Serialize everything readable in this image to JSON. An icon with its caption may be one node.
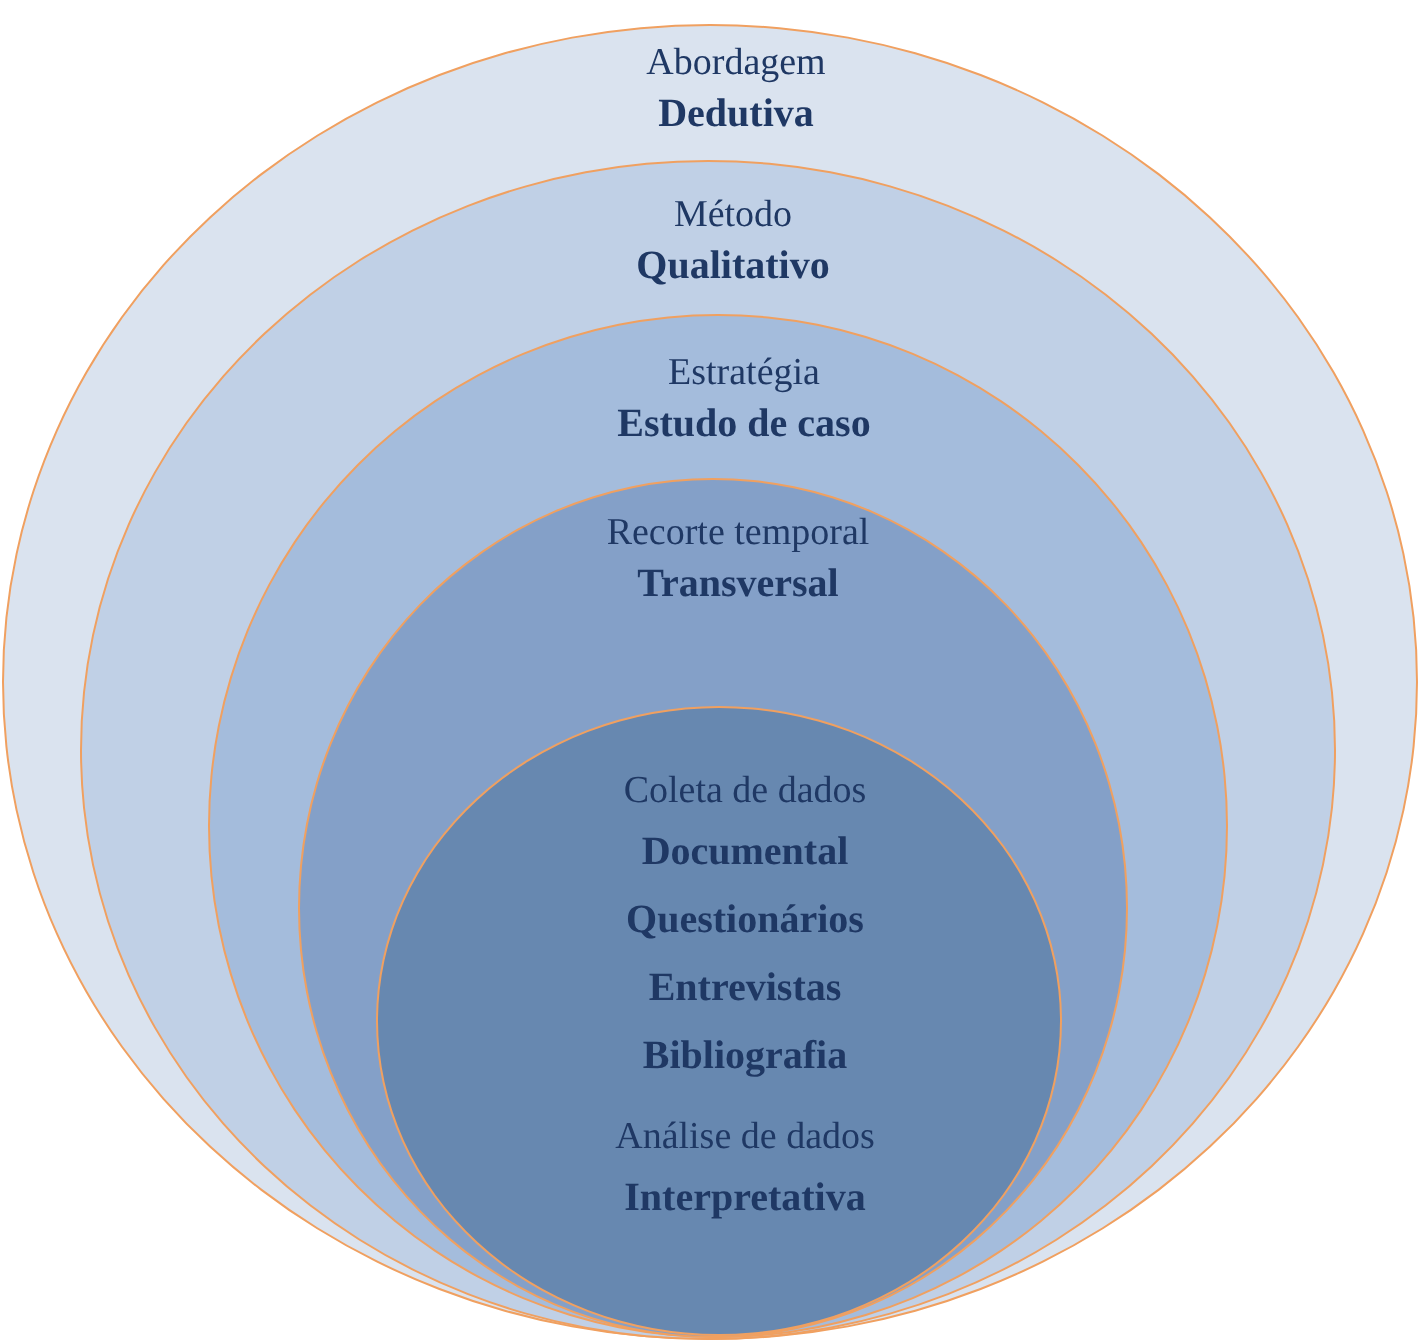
{
  "diagram": {
    "nodes": [
      {
        "text": [
          "Abordagem",
          "Dedutiva"
        ]
      },
      {
        "text": [
          "Método",
          "Qualitativo"
        ],
        "in": 0
      },
      {
        "text": [
          "Estratégia",
          "Estudo de caso"
        ],
        "in": 1
      },
      {
        "text": [
          "Recorte temporal",
          "Transversal"
        ],
        "in": 2
      },
      {
        "text": [
          "Coleta de dados",
          "Documental",
          "Questionários",
          "Entrevistas",
          "Bibliografia",
          "Análise de dados",
          "Interpretativa"
        ],
        "in": 3
      }
    ]
  }
}
